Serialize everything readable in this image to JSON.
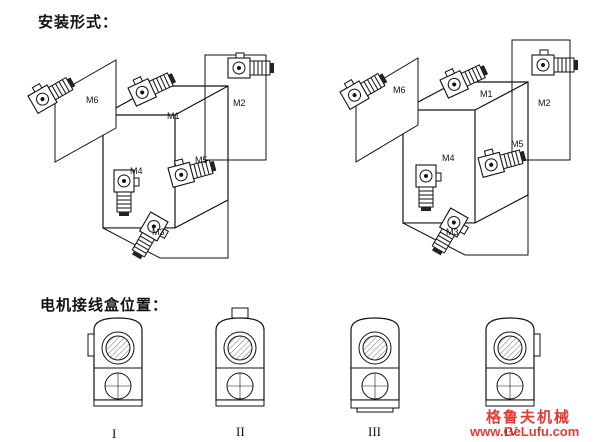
{
  "section1": {
    "title": "安装形式："
  },
  "section2": {
    "title": "电机接线盒位置："
  },
  "positions": [
    "M1",
    "M2",
    "M3",
    "M4",
    "M5",
    "M6"
  ],
  "terminal_positions": [
    "I",
    "II",
    "III",
    "IV"
  ],
  "watermark": {
    "brand": "格鲁夫机械",
    "url": "www.GeLufu.com"
  },
  "colors": {
    "line": "#111111",
    "watermark": "#e53935",
    "hatch": "#888888"
  }
}
